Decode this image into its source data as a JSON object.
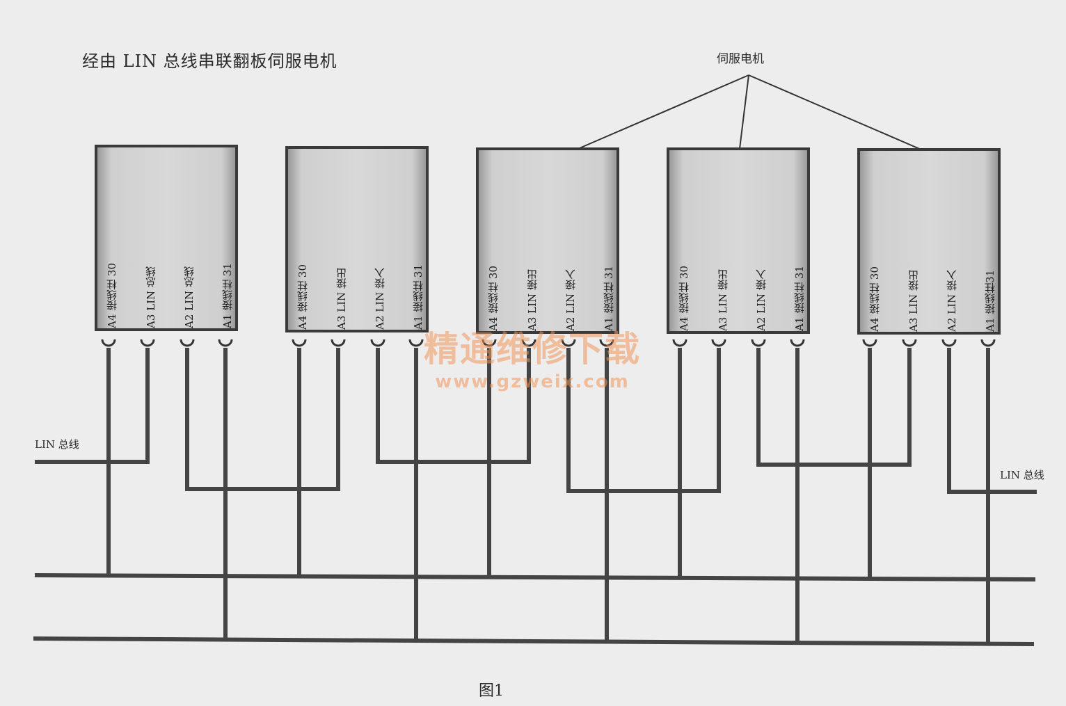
{
  "title": "经由 LIN 总线串联翻板伺服电机",
  "callout_label": "伺服电机",
  "bus_left_label": "LIN 总线",
  "bus_right_label": "LIN 总线",
  "caption": "图1",
  "watermark": {
    "name": "精通维修下载",
    "url": "www.gzweix.com"
  },
  "modules": [
    {
      "pins": [
        "A4 接线柱 30",
        "A3 LIN 总线",
        "A2 LIN 总线",
        "A1 接线柱 31"
      ]
    },
    {
      "pins": [
        "A4 接线柱 30",
        "A3 LIN 接出",
        "A2 LIN 接入",
        "A1 接线柱 31"
      ]
    },
    {
      "pins": [
        "A4 接线柱 30",
        "A3 LIN 接出",
        "A2 LIN 接入",
        "A1 接线柱 31"
      ]
    },
    {
      "pins": [
        "A4 接线柱 30",
        "A3 LIN 接出",
        "A2 LIN 接入",
        "A1 接线柱 31"
      ]
    },
    {
      "pins": [
        "A4 接线柱 30",
        "A3 LIN 接出",
        "A2 LIN 接入",
        "A1 接线柱31"
      ]
    }
  ]
}
